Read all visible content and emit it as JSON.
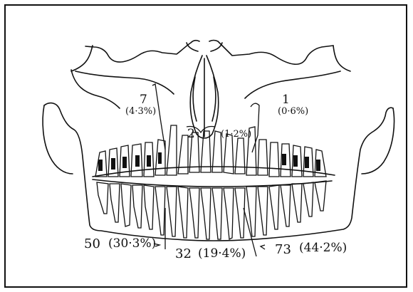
{
  "labels": {
    "upper_right": {
      "count": "7",
      "percent": "(4·3%)"
    },
    "upper_mid": {
      "count": "2",
      "percent": "(1·2%)"
    },
    "upper_left": {
      "count": "1",
      "percent": "(0·6%)"
    },
    "lower_right": {
      "count": "50",
      "percent": "(30·3%)"
    },
    "lower_mid": {
      "count": "32",
      "percent": "(19·4%)"
    },
    "lower_left": {
      "count": "73",
      "percent": "(44·2%)"
    }
  },
  "colors": {
    "ink": "#111111",
    "background": "#ffffff"
  }
}
